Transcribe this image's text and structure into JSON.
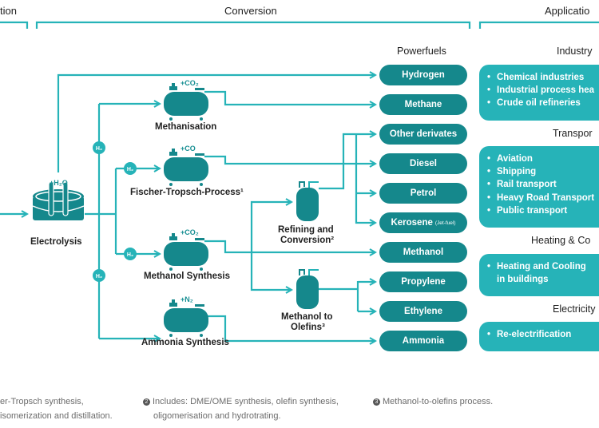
{
  "sections": {
    "left_cut": "tion",
    "conversion": "Conversion",
    "application": "Applicatio"
  },
  "electrolysis": {
    "input": "+H₂O",
    "label": "Electrolysis"
  },
  "h2_badge": "H₂",
  "processes": [
    {
      "id": "methanisation",
      "label": "Methanisation",
      "input": "+CO₂"
    },
    {
      "id": "fischer-tropsch",
      "label": "Fischer-Tropsch-Process¹",
      "input": "+CO"
    },
    {
      "id": "methanol-synthesis",
      "label": "Methanol Synthesis",
      "input": "+CO₂"
    },
    {
      "id": "ammonia-synthesis",
      "label": "Ammonia Synthesis",
      "input": "+N₂"
    }
  ],
  "secondary": [
    {
      "id": "refining",
      "label_lines": [
        "Refining and",
        "Conversion²"
      ]
    },
    {
      "id": "mto",
      "label_lines": [
        "Methanol to",
        "Olefins³"
      ]
    }
  ],
  "powerfuels": {
    "title": "Powerfuels",
    "items": [
      {
        "label": "Hydrogen",
        "suffix": ""
      },
      {
        "label": "Methane",
        "suffix": ""
      },
      {
        "label": "Other derivates",
        "suffix": ""
      },
      {
        "label": "Diesel",
        "suffix": ""
      },
      {
        "label": "Petrol",
        "suffix": ""
      },
      {
        "label": "Kerosene",
        "suffix": "(Jet-fuel)"
      },
      {
        "label": "Methanol",
        "suffix": ""
      },
      {
        "label": "Propylene",
        "suffix": ""
      },
      {
        "label": "Ethylene",
        "suffix": ""
      },
      {
        "label": "Ammonia",
        "suffix": ""
      }
    ]
  },
  "applications": [
    {
      "title": "Industry",
      "items": [
        "Chemical industries",
        "Industrial process hea",
        "Crude oil refineries"
      ]
    },
    {
      "title": "Transpor",
      "items": [
        "Aviation",
        "Shipping",
        "Rail transport",
        "Heavy Road Transport",
        "Public transport"
      ]
    },
    {
      "title": "Heating & Co",
      "items": [
        "Heating and Cooling",
        "in buildings"
      ]
    },
    {
      "title": "Electricity",
      "items": [
        "Re-electrification"
      ]
    }
  ],
  "footnotes": [
    {
      "number": "",
      "lines": [
        "er-Tropsch synthesis,",
        "isomerization and distillation."
      ]
    },
    {
      "number": "2",
      "lines": [
        "Includes: DME/OME synthesis, olefin synthesis,",
        "oligomerisation and hydrotrating."
      ]
    },
    {
      "number": "3",
      "lines": [
        "Methanol-to-olefins process."
      ]
    }
  ],
  "colors": {
    "line": "#26b3b8",
    "tank": "#15888c",
    "pill": "#15888c",
    "app_box": "#26b3b8"
  }
}
